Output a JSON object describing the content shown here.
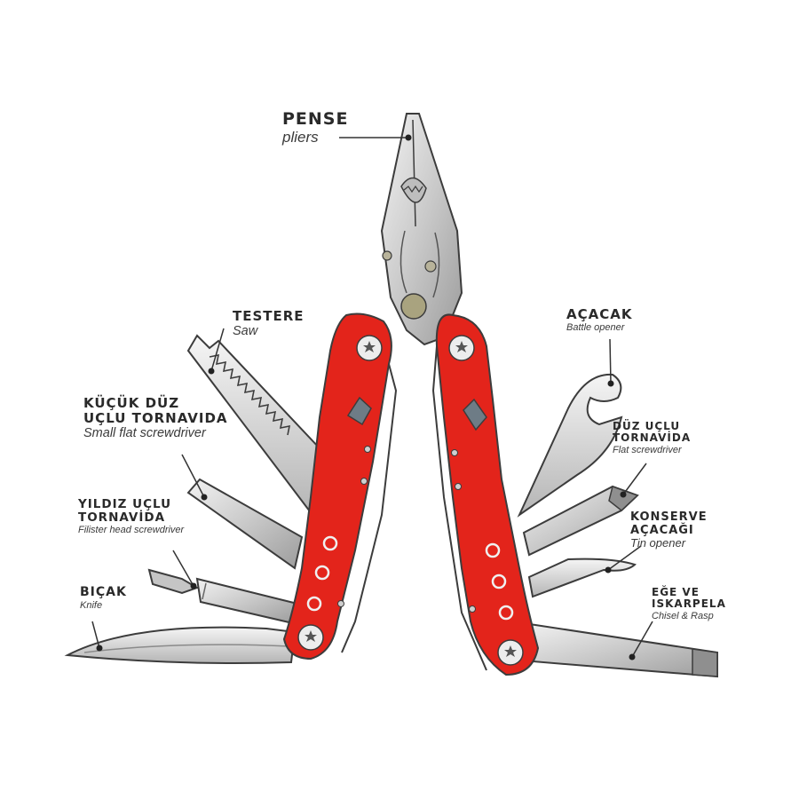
{
  "labels": {
    "pense": {
      "tr": "PENSE",
      "en": "pliers"
    },
    "testere": {
      "tr": "TESTERE",
      "en": "Saw"
    },
    "kucuk_duz": {
      "tr_line1": "KÜÇÜK DÜZ",
      "tr_line2": "UÇLU TORNAVIDA",
      "en": "Small flat screwdriver"
    },
    "yildiz": {
      "tr_line1": "YILDIZ UÇLU",
      "tr_line2": "TORNAVİDA",
      "en": "Filister head screwdriver"
    },
    "bicak": {
      "tr": "BIÇAK",
      "en": "Knife"
    },
    "acacak": {
      "tr": "AÇACAK",
      "en": "Battle opener"
    },
    "duz_uclu": {
      "tr_line1": "DÜZ UÇLU",
      "tr_line2": "TORNAVİDA",
      "en": "Flat screwdriver"
    },
    "konserve": {
      "tr_line1": "KONSERVE",
      "tr_line2": "AÇACAĞI",
      "en": "Tin opener"
    },
    "ege": {
      "tr_line1": "EĞE VE",
      "tr_line2": "ISKARPELA",
      "en": "Chisel & Rasp"
    }
  },
  "colors": {
    "handle_red": "#e3241b",
    "steel": "#c8c8c8",
    "steel_dark": "#8f8f8f",
    "outline": "#3c3c3c"
  }
}
